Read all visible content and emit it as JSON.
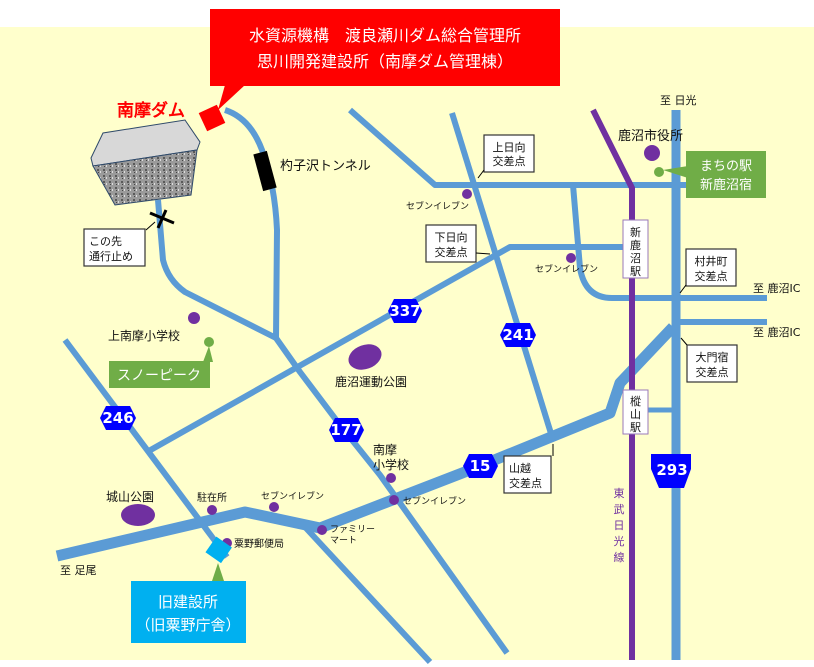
{
  "callout_office": {
    "line1": "水資源機構　渡良瀬川ダム総合管理所",
    "line2": "思川開発建設所（南摩ダム管理棟）"
  },
  "dam_label": "南摩ダム",
  "tunnel_label": "杓子沢トンネル",
  "road_closed": {
    "line1": "この先",
    "line2": "通行止め"
  },
  "destinations": {
    "nikko": "至 日光",
    "kanuma_ic_1": "至 鹿沼IC",
    "kanuma_ic_2": "至 鹿沼IC",
    "ashio": "至 足尾"
  },
  "intersections": {
    "kamihinata": {
      "line1": "上日向",
      "line2": "交差点"
    },
    "shimohinata": {
      "line1": "下日向",
      "line2": "交差点"
    },
    "murai": {
      "line1": "村井町",
      "line2": "交差点"
    },
    "daimonjuku": {
      "line1": "大門宿",
      "line2": "交差点"
    },
    "yamakoshi": {
      "line1": "山越",
      "line2": "交差点"
    }
  },
  "stations": {
    "shin_kanuma": [
      "新",
      "鹿",
      "沼",
      "駅"
    ],
    "okayama": [
      "樅",
      "山",
      "駅"
    ]
  },
  "railway_label": [
    "東",
    "武",
    "日",
    "光",
    "線"
  ],
  "places": {
    "city_hall": "鹿沼市役所",
    "machinoeki": {
      "line1": "まちの駅",
      "line2": "新鹿沼宿"
    },
    "seven1": "セブンイレブン",
    "seven2": "セブンイレブン",
    "seven3": "セブンイレブン",
    "seven4": "セブンイレブン",
    "kaminanma_school": "上南摩小学校",
    "snowpeak": "スノーピーク",
    "sports_park": "鹿沼運動公園",
    "nanma_school": {
      "line1": "南摩",
      "line2": "小学校"
    },
    "shiroyama_park": "城山公園",
    "police_box": "駐在所",
    "familymart": {
      "line1": "ファミリー",
      "line2": "マート"
    },
    "post_office": "粟野郵便局",
    "old_office": {
      "line1": "旧建設所",
      "line2": "（旧粟野庁舎）"
    }
  },
  "routes": {
    "r337": "337",
    "r241": "241",
    "r246": "246",
    "r177": "177",
    "r15": "15",
    "r293": "293"
  },
  "colors": {
    "background": "#ffffcc",
    "road": "#5b9bd5",
    "rail": "#7030a0",
    "poi": "#7030a0",
    "green": "#70ad47",
    "cyan": "#00b0f0",
    "red": "#ff0000",
    "shield": "#0000ff"
  }
}
